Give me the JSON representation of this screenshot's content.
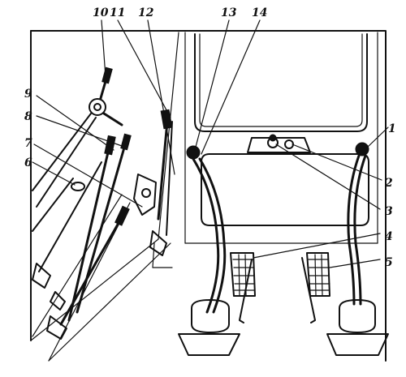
{
  "figure": {
    "callouts": [
      {
        "id": "10",
        "label": "10"
      },
      {
        "id": "11",
        "label": "11"
      },
      {
        "id": "12",
        "label": "12"
      },
      {
        "id": "13",
        "label": "13"
      },
      {
        "id": "14",
        "label": "14"
      },
      {
        "id": "9",
        "label": "9"
      },
      {
        "id": "8",
        "label": "8"
      },
      {
        "id": "7",
        "label": "7"
      },
      {
        "id": "6",
        "label": "6"
      },
      {
        "id": "1",
        "label": "1"
      },
      {
        "id": "2",
        "label": "2"
      },
      {
        "id": "3",
        "label": "3"
      },
      {
        "id": "4",
        "label": "4"
      },
      {
        "id": "5",
        "label": "5"
      }
    ],
    "colors": {
      "ink": "#111111",
      "paper": "#ffffff"
    }
  }
}
